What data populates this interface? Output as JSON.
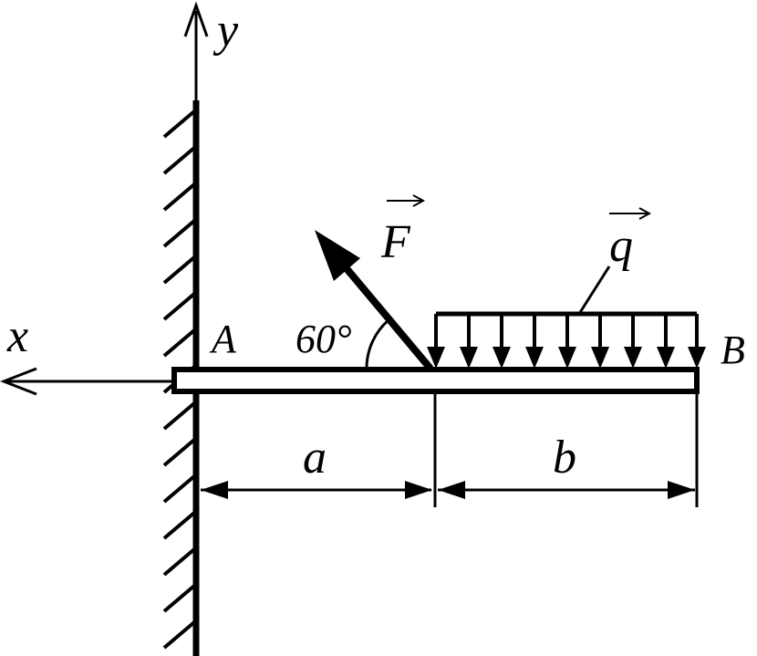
{
  "diagram": {
    "axis_x_label": "x",
    "axis_y_label": "y",
    "point_a_label": "A",
    "point_b_label": "B",
    "force_label": "F",
    "load_label": "q",
    "angle_label": "60°",
    "dim_a_label": "a",
    "dim_b_label": "b"
  }
}
